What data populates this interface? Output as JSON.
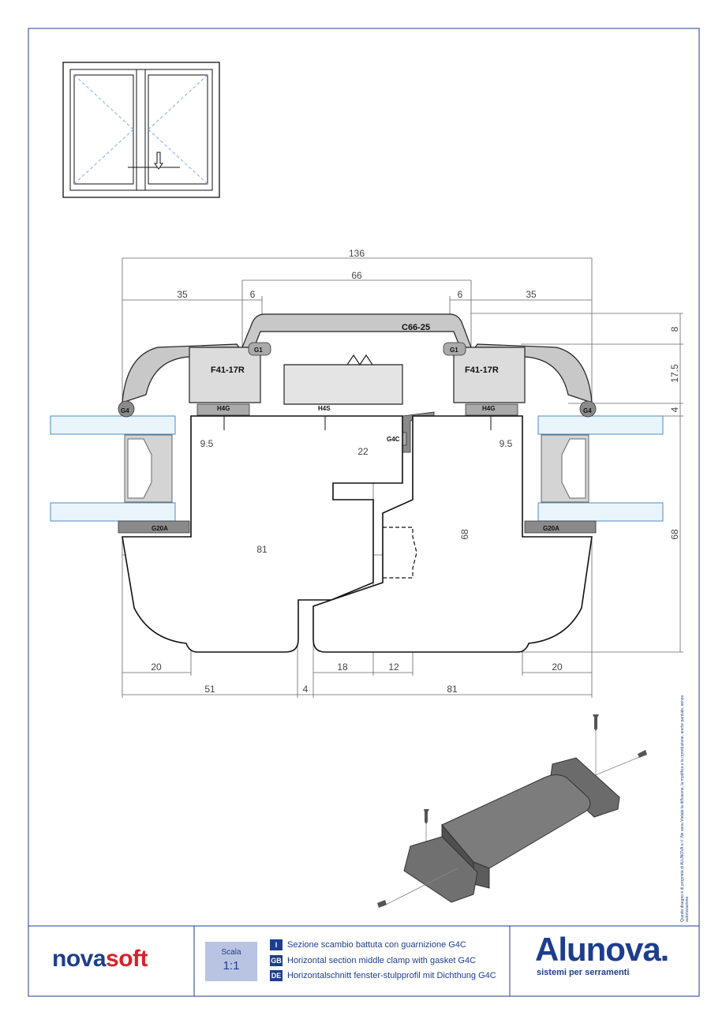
{
  "drawing": {
    "dimensions": {
      "overall": "136",
      "inner": "66",
      "left_outer": "35",
      "right_outer": "35",
      "left_gap": "6",
      "right_gap": "6",
      "right_h1": "8",
      "right_h2": "17.5",
      "right_h3": "4",
      "left_glass_offset": "9.5",
      "right_glass_offset": "9.5",
      "center_offset": "22",
      "left_height": "81",
      "center_height": "68",
      "right_height": "68",
      "bottom_left_inner": "20",
      "bottom_right_inner": "20",
      "bottom_c1": "18",
      "bottom_c2": "12",
      "bottom_total_left": "51",
      "bottom_gap": "4",
      "bottom_total_right": "81"
    },
    "labels": {
      "top_profile": "C66-25",
      "left_profile": "F41-17R",
      "right_profile": "F41-17R",
      "left_gasket_g1": "G1",
      "right_gasket_g1": "G1",
      "left_g4": "G4",
      "right_g4": "G4",
      "left_h4g": "H4G",
      "right_h4g": "H4G",
      "center_h4s": "H4S",
      "center_g4c": "G4C",
      "left_g20a": "G20A",
      "right_g20a": "G20A"
    }
  },
  "footer": {
    "brand_left_a": "nova",
    "brand_left_b": "soft",
    "scale_label": "Scala",
    "scale_value": "1:1",
    "descriptions": [
      {
        "code": "I",
        "text": "Sezione scambio battuta con guarnizione G4C"
      },
      {
        "code": "GB",
        "text": "Horizontal section middle clamp with gasket G4C"
      },
      {
        "code": "DE",
        "text": "Horizontalschnitt fenster-stulpprofil mit Dichthung G4C"
      }
    ],
    "brand_right": "Alunova.",
    "brand_right_tag": "sistemi per serramenti",
    "copyright": "Questo disegno è di proprietà di ALUNOVA s.r.l. Ne sono Vietate la diffusione, la modifica e la riproduzione, anche parziale, senza autorizzazione."
  },
  "colors": {
    "frame": "#1d3e8e",
    "accent": "#d6232a",
    "profile_fill": "#c8c8c8",
    "glass": "#e8f3fb"
  }
}
